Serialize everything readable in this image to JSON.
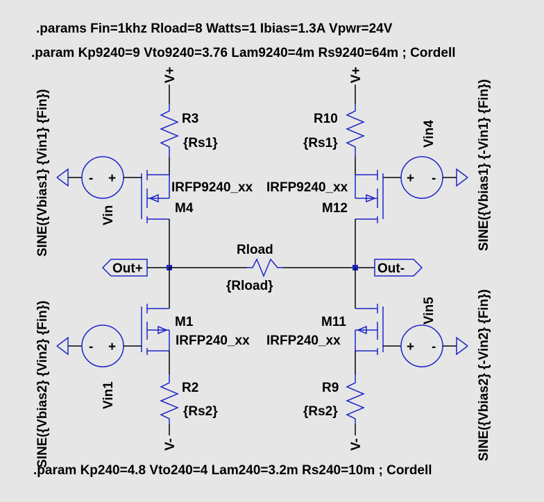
{
  "directives": {
    "params_main": ".params Fin=1khz Rload=8 Watts=1 Ibias=1.3A Vpwr=24V",
    "param_p": ".param Kp9240=9 Vto9240=3.76 Lam9240=4m Rs9240=64m ; Cordell",
    "param_n": ".param Kp240=4.8 Vto240=4 Lam240=3.2m Rs240=10m  ; Cordell"
  },
  "rails": {
    "vplus": "V+",
    "vminus": "V-"
  },
  "resistors": {
    "r3": {
      "name": "R3",
      "value": "{Rs1}"
    },
    "r10": {
      "name": "R10",
      "value": "{Rs1}"
    },
    "r2": {
      "name": "R2",
      "value": "{Rs2}"
    },
    "r9": {
      "name": "R9",
      "value": "{Rs2}"
    },
    "rload": {
      "name": "Rload",
      "value": "{Rload}"
    }
  },
  "transistors": {
    "m4": {
      "name": "M4",
      "model": "IRFP9240_xx"
    },
    "m12": {
      "name": "M12",
      "model": "IRFP9240_xx"
    },
    "m1": {
      "name": "M1",
      "model": "IRFP240_xx"
    },
    "m11": {
      "name": "M11",
      "model": "IRFP240_xx"
    }
  },
  "sources": {
    "vin": {
      "name": "Vin",
      "value": "SINE({Vbias1} {Vin1} {Fin})",
      "plus": "+",
      "minus": "-"
    },
    "vin1": {
      "name": "Vin1",
      "value": "SINE({Vbias2} {Vin2} {Fin})",
      "plus": "+",
      "minus": "-"
    },
    "vin4": {
      "name": "Vin4",
      "value": "SINE({Vbias1} {-Vin1} {Fin})",
      "plus": "+",
      "minus": "-"
    },
    "vin5": {
      "name": "Vin5",
      "value": "SINE({Vbias2} {-Vin2} {Fin})",
      "plus": "+",
      "minus": "-"
    }
  },
  "ports": {
    "out_plus": "Out+",
    "out_minus": "Out-"
  },
  "colors": {
    "background": "#e6e6e6",
    "wire": "#000000",
    "symbol": "#1c25c8",
    "junction": "#1c25c8"
  }
}
